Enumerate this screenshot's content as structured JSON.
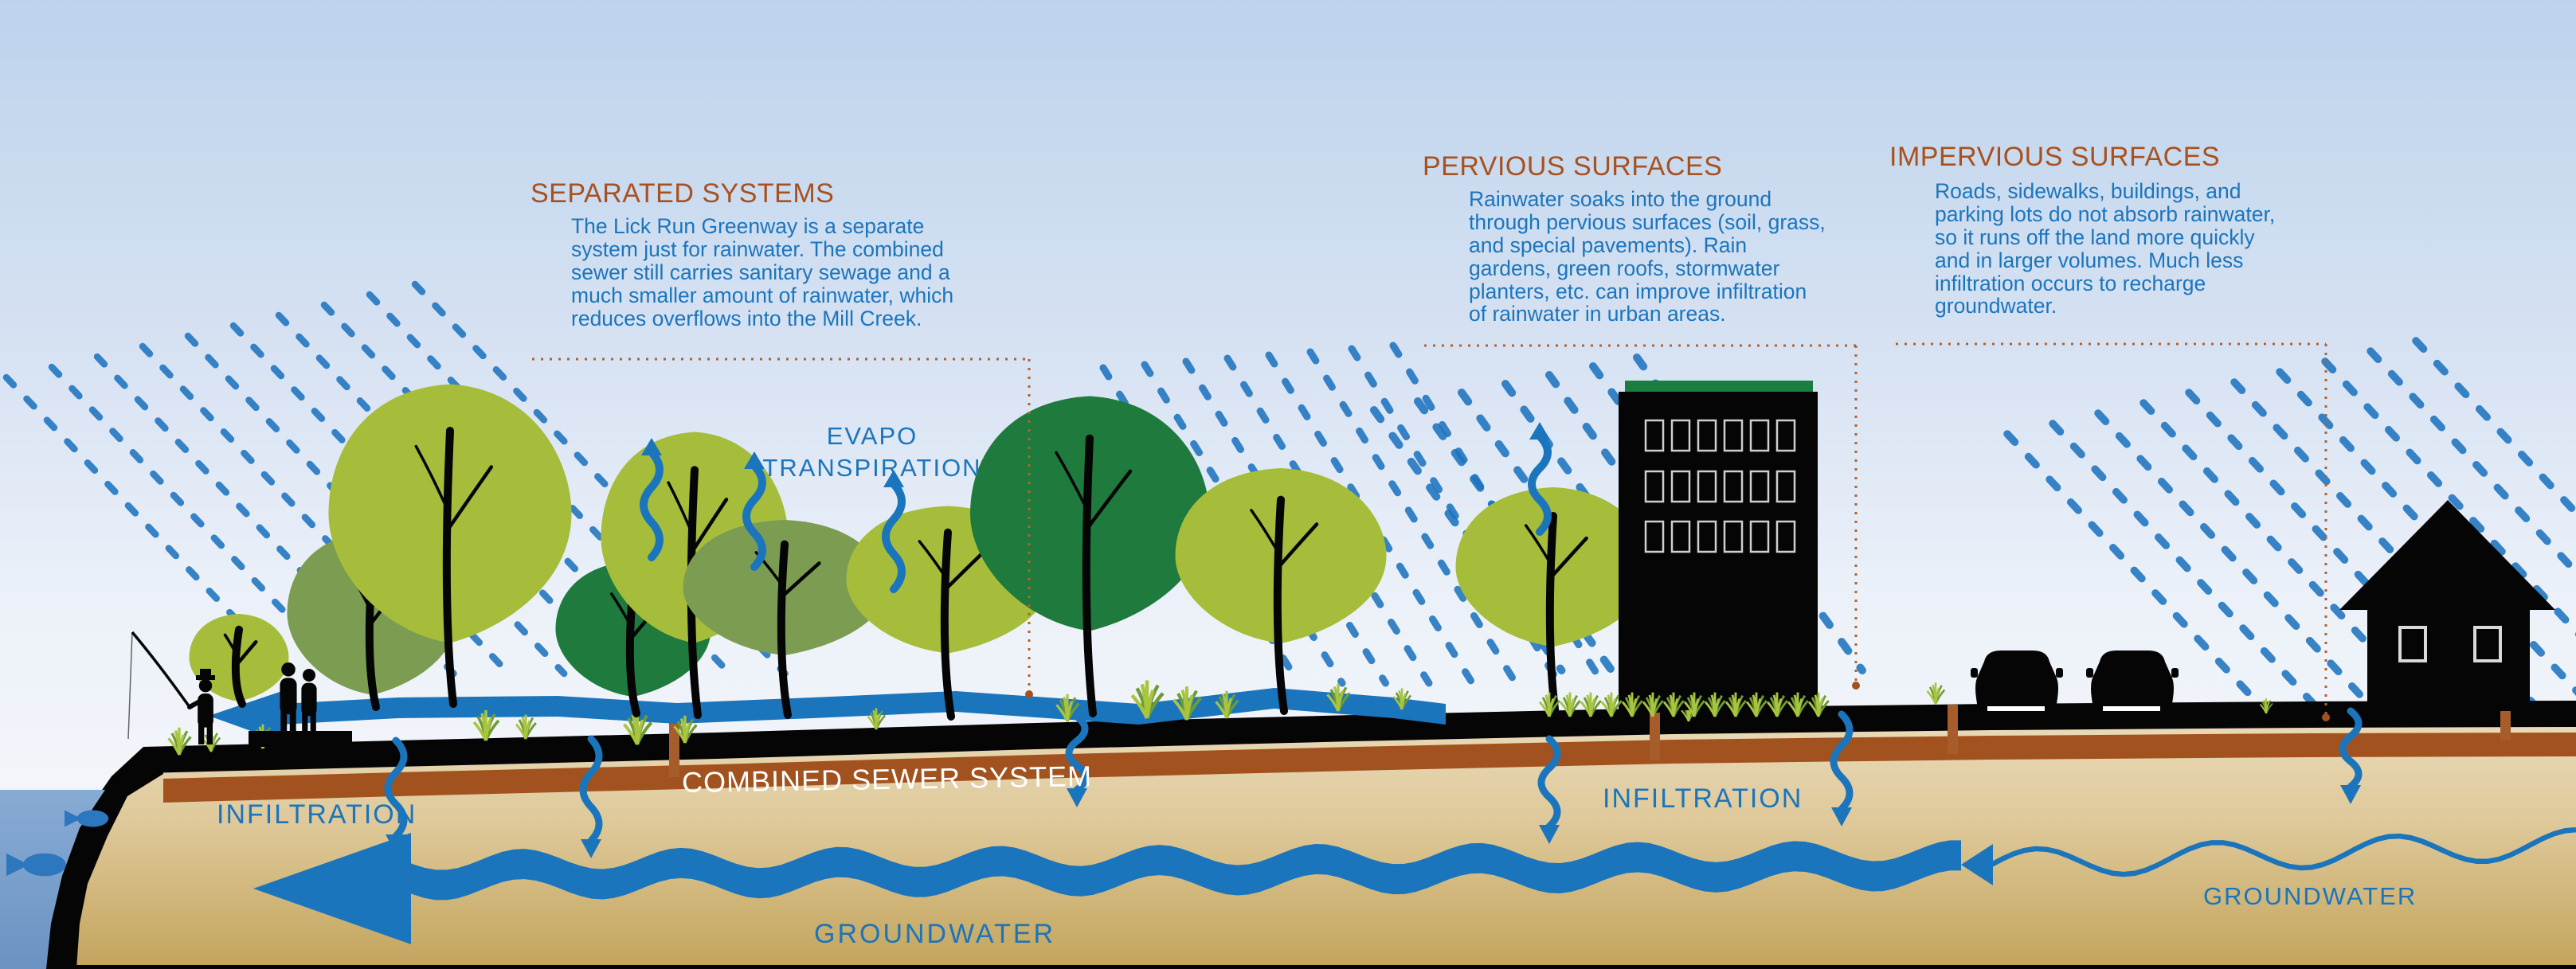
{
  "sections": {
    "separated": {
      "heading": "SEPARATED SYSTEMS",
      "body_lines": [
        "The Lick Run Greenway is a separate",
        "system just for rainwater. The combined",
        "sewer still carries sanitary sewage and a",
        "much smaller amount of rainwater, which",
        "reduces overflows into the Mill Creek."
      ]
    },
    "pervious": {
      "heading": "PERVIOUS SURFACES",
      "body_lines": [
        "Rainwater soaks into the ground",
        "through pervious surfaces (soil, grass,",
        "and special pavements).  Rain",
        "gardens, green roofs, stormwater",
        "planters, etc. can improve infiltration",
        "of rainwater in urban areas."
      ]
    },
    "impervious": {
      "heading": "IMPERVIOUS SURFACES",
      "body_lines": [
        "Roads, sidewalks, buildings, and",
        "parking lots do not absorb rainwater,",
        "so it runs off the land more quickly",
        "and in larger volumes. Much less",
        "infiltration occurs to recharge",
        "groundwater."
      ]
    }
  },
  "labels": {
    "evapotranspiration_lines": [
      "EVAPO",
      "TRANSPIRATION"
    ],
    "combined_sewer": "COMBINED SEWER SYSTEM",
    "infiltration_left": "INFILTRATION",
    "infiltration_right": "INFILTRATION",
    "groundwater_left": "GROUNDWATER",
    "groundwater_right": "GROUNDWATER"
  },
  "scene_icons": [
    "rain-icon",
    "tree-icon",
    "grass-icon",
    "fish-icon",
    "fisherman-icon",
    "pedestrians-icon",
    "building-icon",
    "green-roof-icon",
    "house-icon",
    "car-icon",
    "sewer-pipe-icon",
    "drain-post-icon",
    "stream-arrow-icon",
    "infiltration-arrow-icon",
    "evapotranspiration-arrow-icon",
    "groundwater-arrow-icon",
    "section-dashed-boundary"
  ],
  "colors": {
    "heading_rust": "#A8511E",
    "text_blue": "#1B75BC",
    "rain_blue": "#1E74C0",
    "groundwater_blue": "#1B75BC",
    "water_fill": "#7BA0CC",
    "fish_blue": "#2D77BE",
    "sewer_brown": "#A2521F",
    "post_brown": "#A65C2B",
    "dash_brown": "#B4622A",
    "sky_top": "#BDD3EC",
    "sky_bottom": "#F4F6FA",
    "ground_tan_top": "#EBDDBE",
    "ground_gold_bottom": "#C2A45C",
    "tree_yellow_green": "#A5BD3B",
    "tree_olive": "#7C9D51",
    "tree_dark_green": "#1F7A3D",
    "roof_green": "#1A7E41",
    "grass_light": "#A9C43F",
    "grass_dark": "#6F9A34",
    "silhouette_black": "#050505",
    "label_white": "#FFFFFF"
  }
}
